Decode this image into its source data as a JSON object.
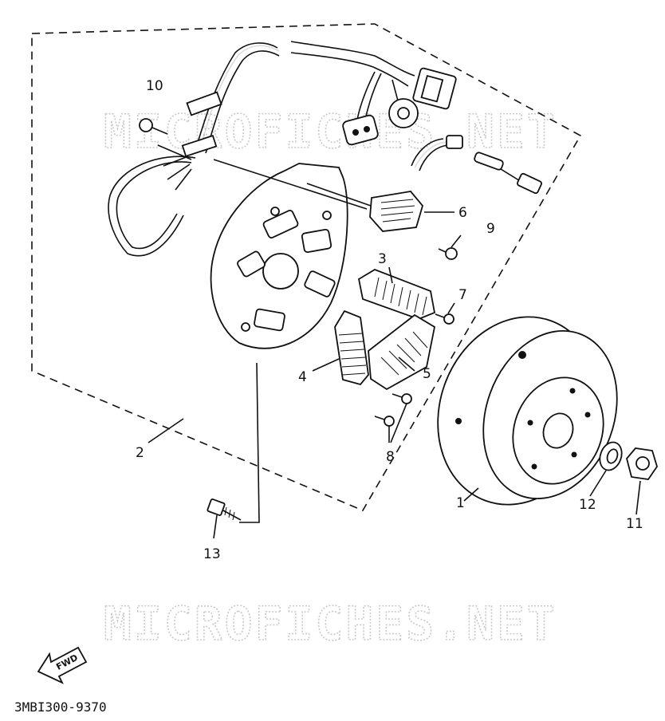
{
  "watermark_top": "MICROFICHES.NET",
  "watermark_bottom": "MICROFICHES.NET",
  "diagram_code": "3MBI300-9370",
  "fwd_label": "FWD",
  "callouts": {
    "c1": "1",
    "c2": "2",
    "c3": "3",
    "c4": "4",
    "c5": "5",
    "c6": "6",
    "c7": "7",
    "c8": "8",
    "c9": "9",
    "c10": "10",
    "c11": "11",
    "c12": "12",
    "c13": "13"
  },
  "parts": [
    {
      "ref": "1",
      "name": "rotor"
    },
    {
      "ref": "2",
      "name": "stator-assembly"
    },
    {
      "ref": "3",
      "name": "coil"
    },
    {
      "ref": "4",
      "name": "coil"
    },
    {
      "ref": "5",
      "name": "coil"
    },
    {
      "ref": "6",
      "name": "pickup-coil"
    },
    {
      "ref": "7",
      "name": "screw"
    },
    {
      "ref": "8",
      "name": "screw"
    },
    {
      "ref": "9",
      "name": "screw"
    },
    {
      "ref": "10",
      "name": "bolt"
    },
    {
      "ref": "11",
      "name": "nut"
    },
    {
      "ref": "12",
      "name": "washer"
    },
    {
      "ref": "13",
      "name": "bolt"
    }
  ]
}
